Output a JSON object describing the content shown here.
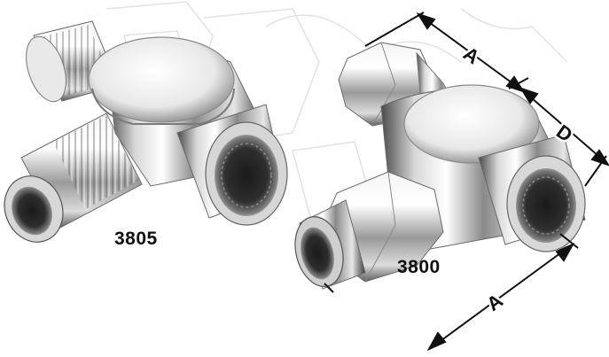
{
  "products": [
    {
      "part_number": "3805"
    },
    {
      "part_number": "3800"
    }
  ],
  "dimensions": {
    "a_top": "A",
    "d": "D",
    "a_bottom": "A"
  }
}
